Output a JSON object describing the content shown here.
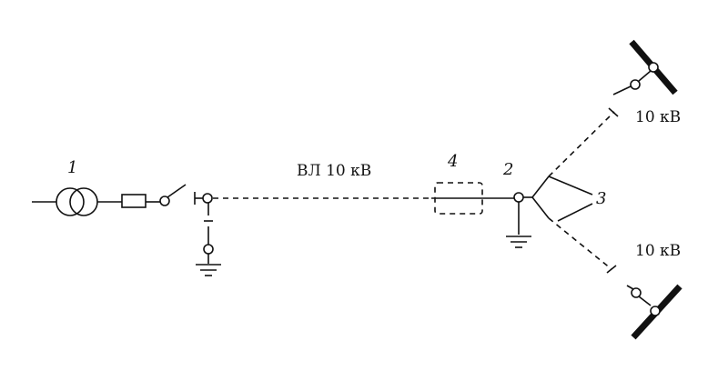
{
  "diagram": {
    "labels": {
      "transformer_num": "1",
      "line_label": "ВЛ 10 кВ",
      "insulator_num": "4",
      "branch_num": "2",
      "arrester_num": "3",
      "upper_voltage": "10 кВ",
      "lower_voltage": "10 кВ"
    },
    "icons": [
      "transformer-icon",
      "fuse-icon",
      "switch-icon",
      "ground-icon",
      "busbar-icon"
    ]
  }
}
